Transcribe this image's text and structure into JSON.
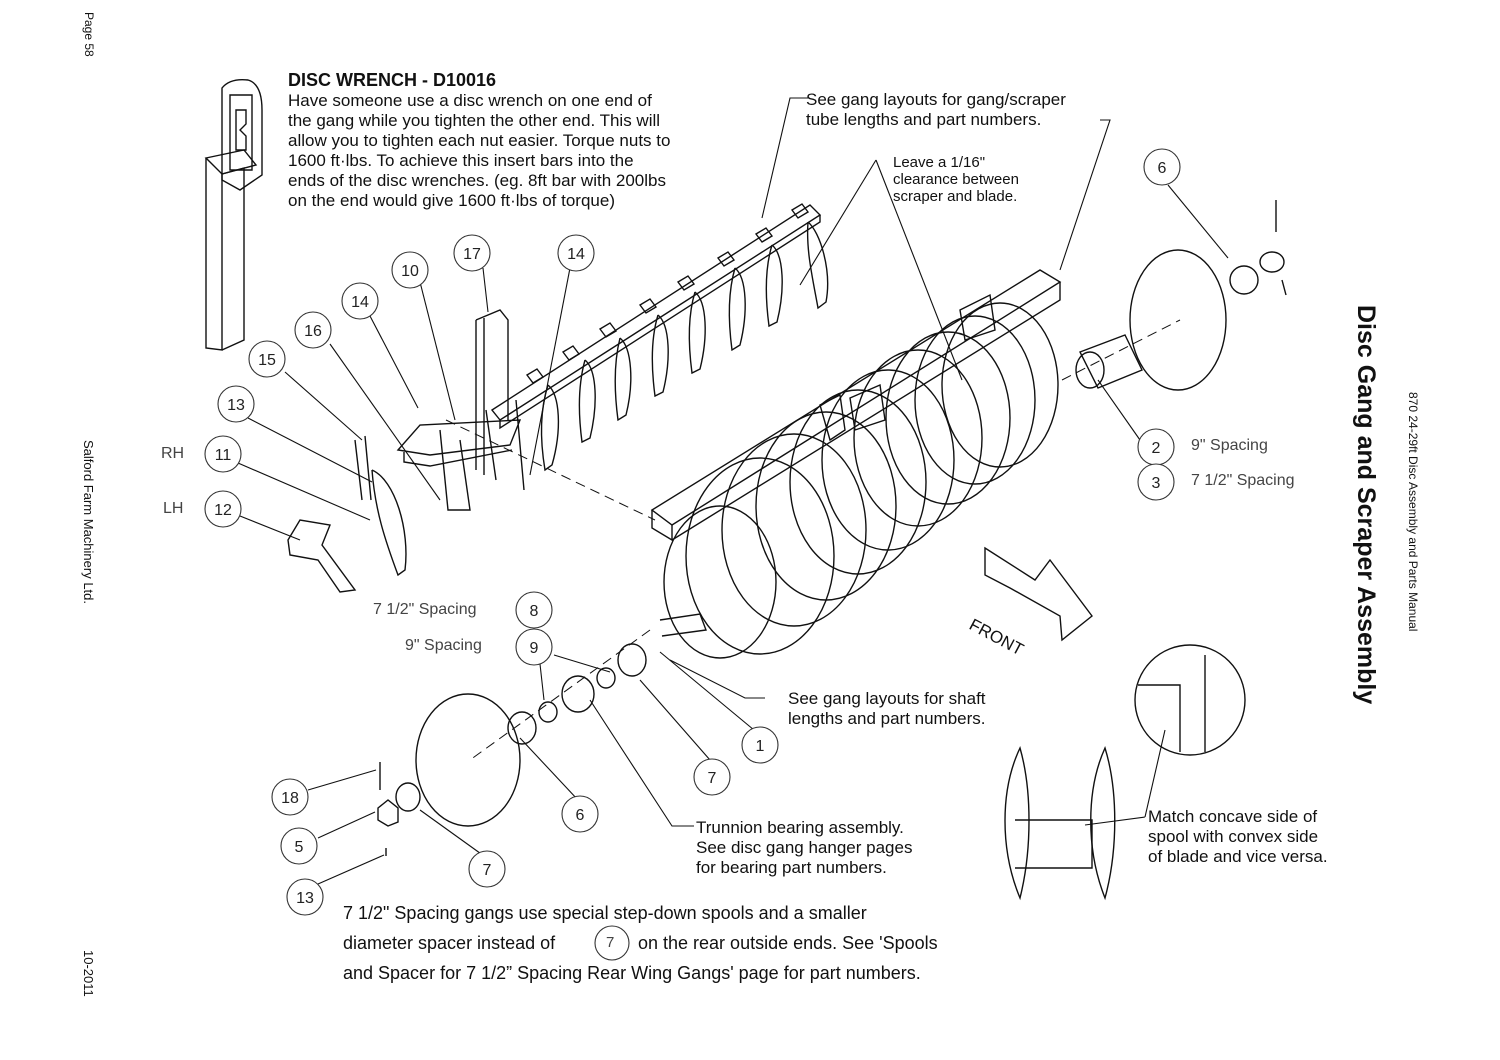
{
  "page": {
    "page_number": "Page 58",
    "company": "Salford Farm Machinery Ltd.",
    "date": "10-2011",
    "manual_title": "870 24-29ft Disc Assembly and Parts Manual",
    "section_title": "Disc Gang and Scraper Assembly"
  },
  "notes": {
    "wrench_title": "DISC WRENCH - D10016",
    "wrench_lines": [
      "Have someone use a disc wrench on one end of",
      "the gang while you tighten the other end. This will",
      "allow you to tighten each nut easier. Torque nuts to",
      "1600 ft·lbs. To achieve this insert bars into the",
      "ends of the disc wrenches. (eg. 8ft bar with 200lbs",
      "on the end would give 1600 ft·lbs of torque)"
    ],
    "gang_layouts": [
      "See gang layouts for gang/scraper",
      "tube lengths and part numbers."
    ],
    "clearance": [
      "Leave a 1/16\"",
      "clearance between",
      "scraper and blade."
    ],
    "shaft": [
      "See gang layouts for shaft",
      "lengths and part numbers."
    ],
    "trunnion": [
      "Trunnion bearing assembly.",
      "See disc gang hanger pages",
      "for bearing part numbers."
    ],
    "concave": [
      "Match concave side of",
      "spool with convex side",
      "of blade and vice versa."
    ],
    "bottom_line1": "7 1/2\" Spacing gangs use special step-down spools and a smaller",
    "bottom_line2a": "diameter spacer instead of",
    "bottom_ref": "7",
    "bottom_line2b": "on the rear outside ends. See 'Spools",
    "bottom_line3": "and Spacer for 7 1/2” Spacing Rear Wing Gangs' page for part numbers.",
    "front": "FRONT"
  },
  "labels": {
    "rh": "RH",
    "lh": "LH",
    "spacing_9_right": "9\" Spacing",
    "spacing_75_right": "7 1/2\" Spacing",
    "spacing_75_left": "7 1/2\" Spacing",
    "spacing_9_left": "9\" Spacing"
  },
  "callouts": [
    "6",
    "17",
    "14",
    "10",
    "14",
    "16",
    "15",
    "13",
    "11",
    "12",
    "2",
    "3",
    "8",
    "9",
    "1",
    "7",
    "6",
    "7",
    "18",
    "5",
    "13"
  ]
}
